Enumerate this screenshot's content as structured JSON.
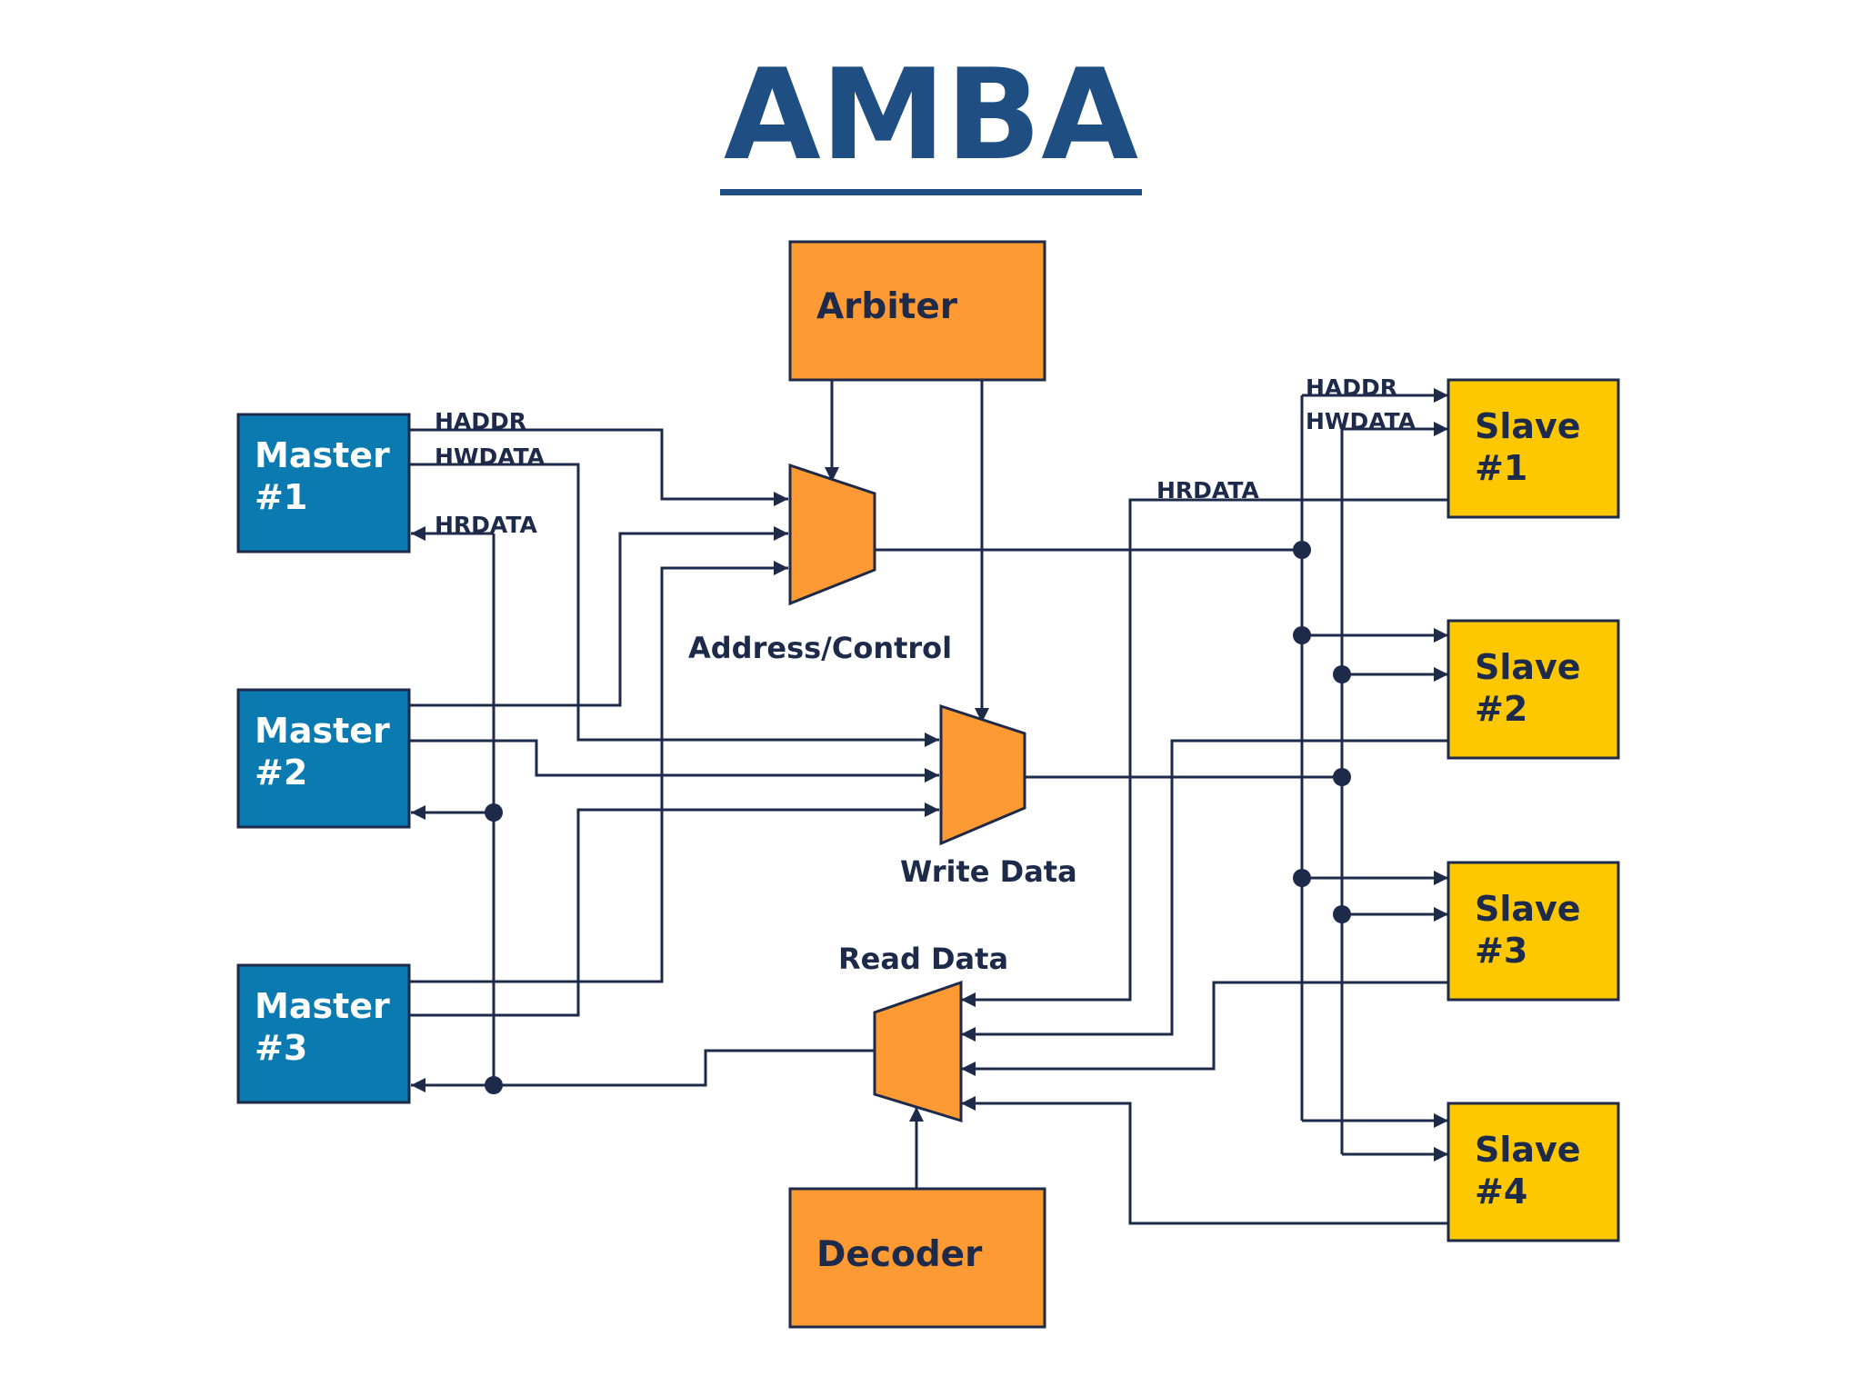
{
  "title": "AMBA",
  "blocks": {
    "arbiter": "Arbiter",
    "decoder": "Decoder",
    "masters": [
      {
        "line1": "Master",
        "line2": "#1"
      },
      {
        "line1": "Master",
        "line2": "#2"
      },
      {
        "line1": "Master",
        "line2": "#3"
      }
    ],
    "slaves": [
      {
        "line1": "Slave",
        "line2": "#1"
      },
      {
        "line1": "Slave",
        "line2": "#2"
      },
      {
        "line1": "Slave",
        "line2": "#3"
      },
      {
        "line1": "Slave",
        "line2": "#4"
      }
    ]
  },
  "muxes": {
    "address": "Address/Control",
    "write": "Write Data",
    "read": "Read Data"
  },
  "signals": {
    "master_haddr": "HADDR",
    "master_hwdata": "HWDATA",
    "master_hrdata": "HRDATA",
    "slave_haddr": "HADDR",
    "slave_hwdata": "HWDATA",
    "slave_hrdata": "HRDATA"
  },
  "colors": {
    "title": "#1f4e82",
    "master": "#0a7ab0",
    "slave": "#fec800",
    "orange": "#fe9a33",
    "wire": "#1e2a4a"
  }
}
